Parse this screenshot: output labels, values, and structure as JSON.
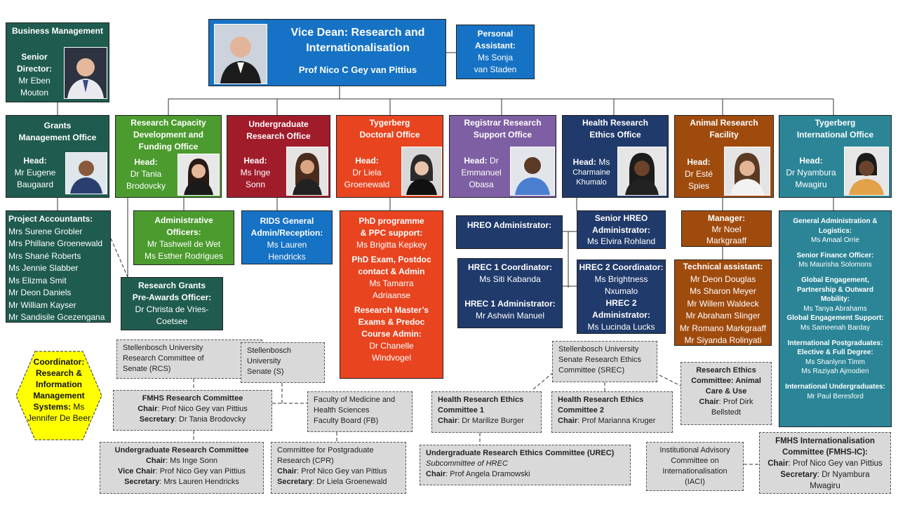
{
  "colors": {
    "teal": "#1f5c4f",
    "green": "#4b9b2e",
    "maroon": "#a11c2b",
    "red": "#e8441f",
    "purple": "#7e5fa3",
    "navy": "#203a6b",
    "brown": "#a04b0e",
    "cyan": "#2b8597",
    "blue": "#1f73c6",
    "coordinator_yellow": "#ffff00",
    "committee_grey": "#d9d9d9"
  },
  "vice_dean": {
    "title1": "Vice Dean:  Research and",
    "title2": "Internationalisation",
    "name": "Prof Nico C Gey van Pittius"
  },
  "pa": {
    "line1": "Personal",
    "line2": "Assistant:",
    "line3": "Ms Sonja",
    "line4": "van Staden"
  },
  "business": {
    "title": "Business Management",
    "l1": "Senior",
    "l2": "Director:",
    "l3": "Mr Eben",
    "l4": "Mouton"
  },
  "grants": {
    "t1": "Grants",
    "t2": "Management Office",
    "head": "Head:",
    "n1": "Mr Eugene",
    "n2": "Baugaard"
  },
  "project_accountants": {
    "title": "Project Accountants:",
    "names": [
      "Mrs Surene Grobler",
      "Mrs Phillane Groenewald",
      "Mrs Shané Roberts",
      "Ms Jennie Slabber",
      "Ms Elizma Smit",
      "Mr Deon Daniels",
      "Mr William Kayser",
      "Mr Sandisile Gcezengana"
    ]
  },
  "rcdf": {
    "t1": "Research Capacity",
    "t2": "Development and",
    "t3": "Funding Office",
    "head": "Head:",
    "n1": "Dr Tania",
    "n2": "Brodovcky"
  },
  "admin_officers": {
    "title1": "Administrative",
    "title2": "Officers:",
    "n1": "Mr Tashwell de Wet",
    "n2": "Ms Esther Rodrigues"
  },
  "grants_pre": {
    "t1": "Research Grants",
    "t2": "Pre-Awards Officer:",
    "n1": "Dr Christa de Vries-",
    "n2": "Coetsee"
  },
  "uro": {
    "t1": "Undergraduate",
    "t2": "Research Office",
    "head": "Head:",
    "n1": "Ms Inge",
    "n2": "Sonn"
  },
  "rids": {
    "t1": "RIDS General",
    "t2": "Admin/Reception:",
    "n1": "Ms Lauren",
    "n2": "Hendricks"
  },
  "tdo": {
    "t1": "Tygerberg",
    "t2": "Doctoral Office",
    "head": "Head:",
    "n1": "Dr Liela",
    "n2": "Groenewald"
  },
  "phd": {
    "a1": "PhD programme",
    "a2": "& PPC support:",
    "an": "Ms Brigitta Kepkey",
    "b1": "PhD Exam, Postdoc",
    "b2": "contact & Admin",
    "bn1": "Ms Tamarra",
    "bn2": "Adriaanse",
    "c1": "Research Master’s",
    "c2": "Exams & Predoc",
    "c3": "Course Admin:",
    "cn1": "Dr Chanelle",
    "cn2": "Windvogel"
  },
  "rso": {
    "t1": "Registrar Research",
    "t2": "Support Office",
    "head": "Head:",
    "n0": "Dr",
    "n1": "Emmanuel",
    "n2": "Obasa"
  },
  "hreo": {
    "t1": "Health Research",
    "t2": "Ethics Office",
    "head": "Head:",
    "n0": "Ms",
    "n1": "Charmaine",
    "n2": "Khumalo"
  },
  "hreo_admin": {
    "t1": "HREO Administrator:"
  },
  "senior_hreo": {
    "t1": "Senior HREO",
    "t2": "Administrator:",
    "n1": "Ms Elvira Rohland"
  },
  "hrec1": {
    "t1": "HREC 1 Coordinator:",
    "n1": "Ms Siti Kabanda",
    "t2": "HREC 1 Administrator:",
    "n2": "Mr Ashwin Manuel"
  },
  "hrec2": {
    "t1": "HREC 2 Coordinator:",
    "n1": "Ms Brightness",
    "n1b": "Nxumalo",
    "t2": "HREC 2",
    "t2b": "Administrator:",
    "n2": "Ms Lucinda Lucks"
  },
  "arf": {
    "t1": "Animal Research",
    "t2": "Facility",
    "head": "Head:",
    "n1": "Dr Esté",
    "n2": "Spies"
  },
  "arf_manager": {
    "t1": "Manager:",
    "n1": "Mr Noel",
    "n2": "Markgraaff"
  },
  "tech": {
    "title": "Technical assistant:",
    "names": [
      "Mr Deon Douglas",
      "Ms Sharon Meyer",
      "Mr Willem Waldeck",
      "Mr Abraham Slinger",
      "Mr Romano Markgraaff",
      "Mr Siyanda Rolinyati"
    ]
  },
  "tio": {
    "t1": "Tygerberg",
    "t2": "International Office",
    "head": "Head:",
    "n1": "Dr Nyambura",
    "n2": "Mwagiru"
  },
  "tio_staff": {
    "g1": "General Administration &",
    "g2": "Logistics:",
    "gn": "Ms Amaal Orrie",
    "s1": "Senior Finance Officer:",
    "sn": "Ms Maurisha Solomons",
    "e1": "Global Engagement,",
    "e2": "Partnership & Outward",
    "e3": "Mobility:",
    "en": "Ms Tanya Abrahams",
    "f1": "Global Engagement Support:",
    "fn": "Ms Sameenah Barday",
    "p1": "International Postgraduates:",
    "p2": "Elective & Full Degree:",
    "pn1": "Ms Shanlynn Timm",
    "pn2": "Ms Raziyah Ajmodien",
    "u1": "International Undergraduates:",
    "un": "Mr Paul Beresford"
  },
  "coordinator": {
    "t1": "Coordinator:",
    "t2": "Research &",
    "t3": "Information",
    "t4": "Management",
    "t5": "Systems:",
    "n1": "Ms Jennifer",
    "n2": "De Beer"
  },
  "committees": {
    "rcs": {
      "l1": "Stellenbosch University",
      "l2": "Research Committee of",
      "l3": "Senate (RCS)"
    },
    "senate": {
      "l1": "Stellenbosch",
      "l2": "University",
      "l3": "Senate (S)"
    },
    "fmhs_rc": {
      "title": "FMHS Research Committee",
      "chair_k": "Chair",
      "chair_v": ": Prof Nico Gey van Pittius",
      "sec_k": "Secretary",
      "sec_v": ": Dr Tania Brodovcky"
    },
    "faculty": {
      "l1": "Faculty of Medicine and",
      "l2": "Health Sciences",
      "l3": "Faculty Board (FB)"
    },
    "urc": {
      "title": "Undergraduate Research Committee",
      "chair_k": "Chair",
      "chair_v": ": Ms Inge Sonn",
      "vice_k": "Vice Chair",
      "vice_v": ": Prof Nico Gey van Pittius",
      "sec_k": "Secretary",
      "sec_v": ": Mrs Lauren Hendricks"
    },
    "cpr": {
      "l1": "Committee for Postgraduate",
      "l2": "Research (CPR)",
      "chair_k": "Chair",
      "chair_v": ": Prof Nico Gey van Pittius",
      "sec_k": "Secretary",
      "sec_v": ": Dr Liela Groenewald"
    },
    "srec": {
      "l1": "Stellenbosch University",
      "l2": "Senate Research Ethics",
      "l3": "Committee (SREC)"
    },
    "hrec1c": {
      "l1": "Health Research Ethics",
      "l2": "Committee 1",
      "chair_k": "Chair",
      "chair_v": ": Dr Marilize Burger"
    },
    "hrec2c": {
      "l1": "Health Research Ethics",
      "l2": "Committee 2",
      "chair_k": "Chair",
      "chair_v": ": Prof Marianna Kruger"
    },
    "animal": {
      "l1": "Research Ethics",
      "l2": "Committee: Animal",
      "l3": "Care & Use",
      "chair_k": "Chair",
      "chair_v": ": Prof Dirk",
      "l4": "Bellstedt"
    },
    "urec": {
      "title": "Undergraduate Research Ethics Committee (UREC)",
      "sub": "Subcommittee of HREC",
      "chair_k": "Chair",
      "chair_v": ": Prof Angela Dramowski"
    },
    "iaci": {
      "l1": "Institutional Advisory",
      "l2": "Committee on",
      "l3": "Internationalisation",
      "l4": "(IACI)"
    },
    "fmhs_ic": {
      "l1": "FMHS Internationalisation",
      "l2": "Committee (FMHS-IC):",
      "chair_k": "Chair",
      "chair_v": ": Prof Nico Gey van Pittius",
      "sec_k": "Secretary",
      "sec_v": ": Dr Nyambura",
      "l3": "Mwagiru"
    }
  }
}
